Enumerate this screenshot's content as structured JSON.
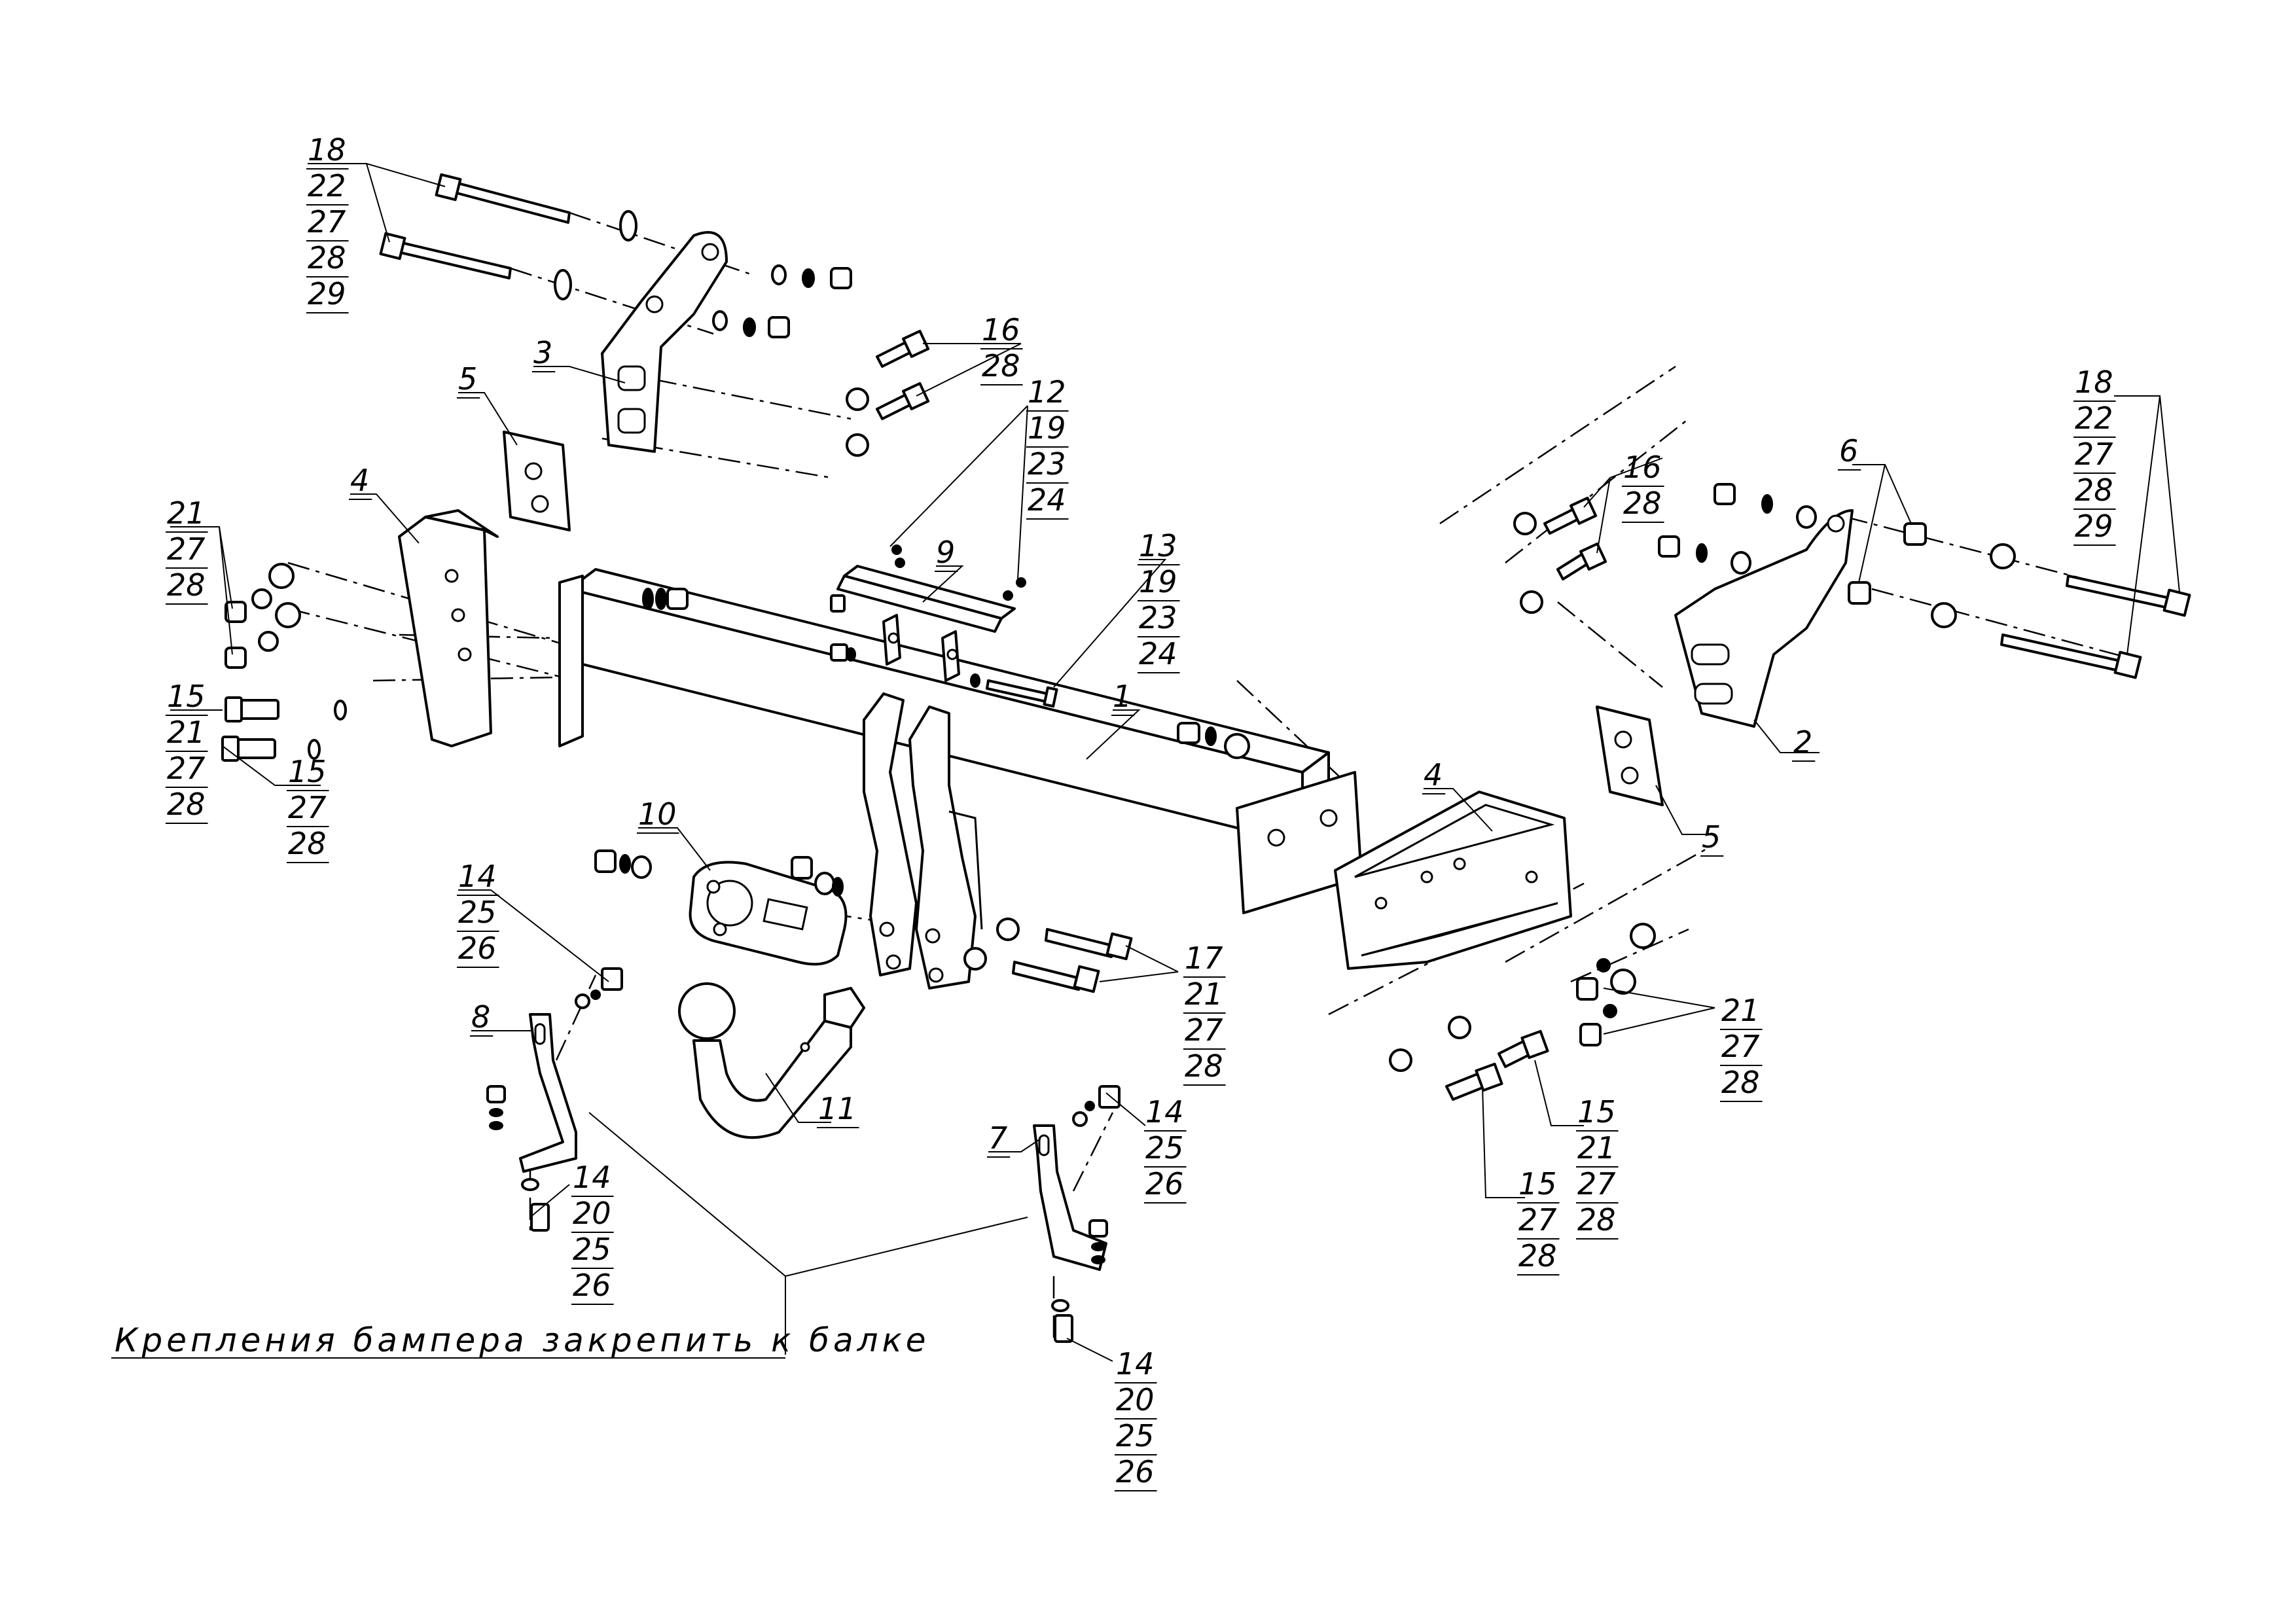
{
  "note": "Крепления бампера закрепить к балке",
  "callouts": [
    {
      "id": "c-18-left",
      "lines": [
        "18",
        "22",
        "27",
        "28",
        "29"
      ]
    },
    {
      "id": "c-3",
      "lines": [
        "3"
      ]
    },
    {
      "id": "c-16-left",
      "lines": [
        "16",
        "28"
      ]
    },
    {
      "id": "c-5-left",
      "lines": [
        "5"
      ]
    },
    {
      "id": "c-4-left",
      "lines": [
        "4"
      ]
    },
    {
      "id": "c-21-left",
      "lines": [
        "21",
        "27",
        "28"
      ]
    },
    {
      "id": "c-15-left-a",
      "lines": [
        "15",
        "21",
        "27",
        "28"
      ]
    },
    {
      "id": "c-15-left-b",
      "lines": [
        "15",
        "27",
        "28"
      ]
    },
    {
      "id": "c-12",
      "lines": [
        "12",
        "19",
        "23",
        "24"
      ]
    },
    {
      "id": "c-9",
      "lines": [
        "9"
      ]
    },
    {
      "id": "c-13",
      "lines": [
        "13",
        "19",
        "23",
        "24"
      ]
    },
    {
      "id": "c-1",
      "lines": [
        "1"
      ]
    },
    {
      "id": "c-10",
      "lines": [
        "10"
      ]
    },
    {
      "id": "c-14-a",
      "lines": [
        "14",
        "25",
        "26"
      ]
    },
    {
      "id": "c-8",
      "lines": [
        "8"
      ]
    },
    {
      "id": "c-11",
      "lines": [
        "11"
      ]
    },
    {
      "id": "c-14-b",
      "lines": [
        "14",
        "20",
        "25",
        "26"
      ]
    },
    {
      "id": "c-17",
      "lines": [
        "17",
        "21",
        "27",
        "28"
      ]
    },
    {
      "id": "c-7",
      "lines": [
        "7"
      ]
    },
    {
      "id": "c-14-c",
      "lines": [
        "14",
        "25",
        "26"
      ]
    },
    {
      "id": "c-14-d",
      "lines": [
        "14",
        "20",
        "25",
        "26"
      ]
    },
    {
      "id": "c-16-right",
      "lines": [
        "16",
        "28"
      ]
    },
    {
      "id": "c-6",
      "lines": [
        "6"
      ]
    },
    {
      "id": "c-18-right",
      "lines": [
        "18",
        "22",
        "27",
        "28",
        "29"
      ]
    },
    {
      "id": "c-2",
      "lines": [
        "2"
      ]
    },
    {
      "id": "c-4-right",
      "lines": [
        "4"
      ]
    },
    {
      "id": "c-5-right",
      "lines": [
        "5"
      ]
    },
    {
      "id": "c-21-right",
      "lines": [
        "21",
        "27",
        "28"
      ]
    },
    {
      "id": "c-15-right-a",
      "lines": [
        "15",
        "27",
        "28"
      ]
    },
    {
      "id": "c-15-right-b",
      "lines": [
        "15",
        "21",
        "27",
        "28"
      ]
    }
  ]
}
